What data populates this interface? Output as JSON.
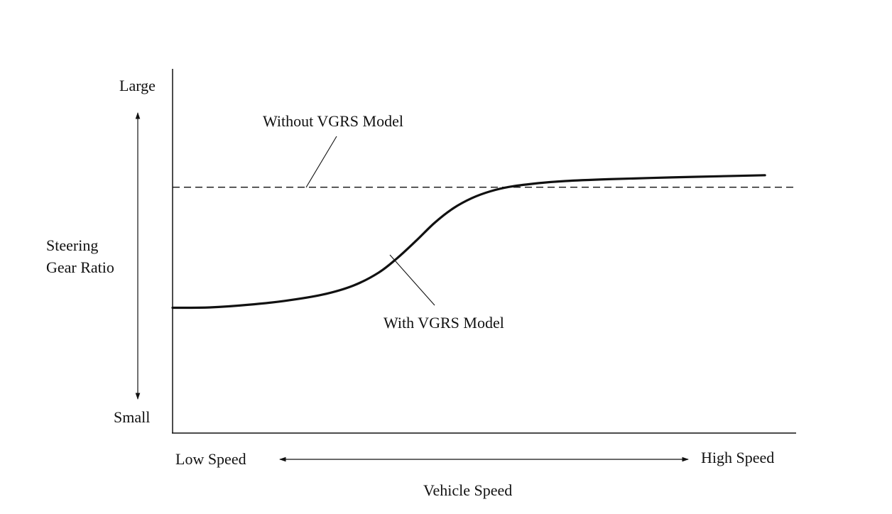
{
  "chart_data": {
    "type": "line",
    "title": "",
    "xlabel": "Vehicle Speed",
    "x_low_label": "Low Speed",
    "x_high_label": "High Speed",
    "ylabel_lines": [
      "Steering",
      "Gear Ratio"
    ],
    "y_high_label": "Large",
    "y_low_label": "Small",
    "xlim": [
      0,
      1
    ],
    "ylim": [
      0,
      1
    ],
    "grid": false,
    "series": [
      {
        "name": "Without VGRS Model",
        "style": "dashed",
        "x": [
          0.0,
          1.0
        ],
        "y": [
          0.675,
          0.675
        ]
      },
      {
        "name": "With VGRS Model",
        "style": "solid",
        "x": [
          0.0,
          0.06,
          0.12,
          0.18,
          0.24,
          0.29,
          0.33,
          0.36,
          0.39,
          0.42,
          0.45,
          0.48,
          0.51,
          0.54,
          0.58,
          0.63,
          0.7,
          0.8,
          0.9,
          0.95
        ],
        "y": [
          0.344,
          0.345,
          0.352,
          0.363,
          0.38,
          0.405,
          0.44,
          0.48,
          0.527,
          0.577,
          0.617,
          0.645,
          0.664,
          0.676,
          0.685,
          0.692,
          0.697,
          0.702,
          0.706,
          0.708
        ]
      }
    ]
  }
}
